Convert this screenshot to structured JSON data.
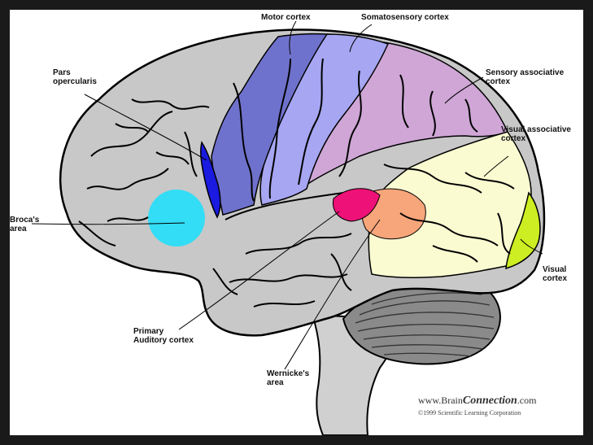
{
  "labels": {
    "motor_cortex": "Motor cortex",
    "somatosensory_cortex": "Somatosensory cortex",
    "pars_opercularis_1": "Pars",
    "pars_opercularis_2": "opercularis",
    "sensory_associative_1": "Sensory associative",
    "sensory_associative_2": "cortex",
    "visual_associative_1": "Visual associative",
    "visual_associative_2": "cortex",
    "brocas_area_1": "Broca's",
    "brocas_area_2": "area",
    "visual_cortex_1": "Visual",
    "visual_cortex_2": "cortex",
    "primary_auditory_1": "Primary",
    "primary_auditory_2": "Auditory cortex",
    "wernickes_area_1": "Wernicke's",
    "wernickes_area_2": "area"
  },
  "credit": {
    "site_prefix": "www.Brain",
    "site_brand": "Connection",
    "site_suffix": ".com",
    "copyright": "©1999 Scientific Learning Corporation"
  },
  "colors": {
    "brain_gray": "#c8c8c8",
    "motor_cortex": "#6f72cc",
    "somatosensory_cortex": "#a6a6f2",
    "sensory_associative": "#cfa6d6",
    "visual_associative": "#fbfbd2",
    "visual_cortex": "#ccee22",
    "brocas_area": "#33ddf5",
    "pars_opercularis": "#1a1ae0",
    "primary_auditory": "#ee1177",
    "wernickes_area": "#f7a57a",
    "cerebellum": "#8a8a8a",
    "brainstem": "#d0d0d0"
  }
}
